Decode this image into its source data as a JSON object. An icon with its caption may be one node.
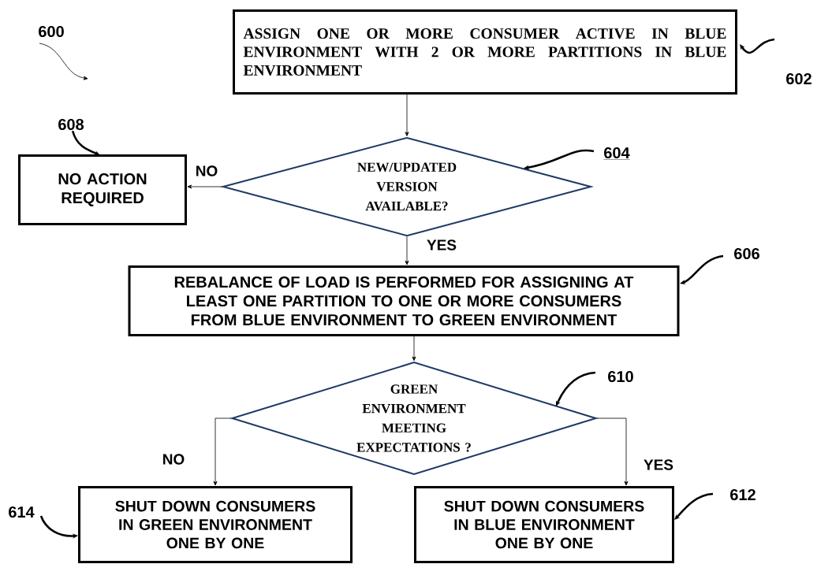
{
  "diagram": {
    "nodes": [
      {
        "text": [
          "ASSIGN ONE OR MORE CONSUMER ACTIVE IN BLUE ENVIRONMENT WITH 2 OR MORE PARTITIONS IN BLUE ENVIRONMENT"
        ]
      },
      {
        "text": [
          "NEW/UPDATED VERSION AVAILABLE?"
        ]
      },
      {
        "text": [
          "NO ACTION REQUIRED"
        ]
      },
      {
        "text": [
          "REBALANCE OF LOAD IS PERFORMED FOR ASSIGNING AT LEAST ONE PARTITION TO ONE OR MORE CONSUMERS FROM BLUE ENVIRONMENT TO GREEN ENVIRONMENT"
        ]
      },
      {
        "text": [
          "GREEN ENVIRONMENT MEETING EXPECTATIONS ?"
        ]
      },
      {
        "text": [
          "SHUT DOWN CONSUMERS IN GREEN ENVIRONMENT ONE BY ONE"
        ]
      },
      {
        "text": [
          "SHUT DOWN CONSUMERS IN BLUE ENVIRONMENT ONE BY ONE"
        ]
      },
      {
        "text": [
          "600"
        ]
      },
      {
        "text": [
          "602"
        ]
      },
      {
        "text": [
          "604"
        ]
      },
      {
        "text": [
          "608"
        ]
      },
      {
        "text": [
          "606"
        ]
      },
      {
        "text": [
          "610"
        ]
      },
      {
        "text": [
          "612"
        ]
      },
      {
        "text": [
          "614"
        ]
      }
    ],
    "edges": [
      {
        "from": 0,
        "to": 1,
        "arrow": "to"
      },
      {
        "from": 1,
        "to": 2,
        "arrow": "to",
        "label": "NO"
      },
      {
        "from": 1,
        "to": 3,
        "arrow": "to",
        "label": "YES"
      },
      {
        "from": 3,
        "to": 4,
        "arrow": "to"
      },
      {
        "from": 4,
        "to": 5,
        "arrow": "to",
        "label": "NO"
      },
      {
        "from": 4,
        "to": 6,
        "arrow": "to",
        "label": "YES"
      },
      {
        "from": 7,
        "to": null,
        "arrow": "to"
      },
      {
        "from": 8,
        "to": 0,
        "arrow": "to",
        "style": "thick"
      },
      {
        "from": 9,
        "to": 1,
        "arrow": "to",
        "style": "thick"
      },
      {
        "from": 10,
        "to": 2,
        "arrow": "to",
        "style": "thick"
      },
      {
        "from": 11,
        "to": 3,
        "arrow": "to",
        "style": "thick"
      },
      {
        "from": 12,
        "to": 4,
        "arrow": "to",
        "style": "thick"
      },
      {
        "from": 13,
        "to": 6,
        "arrow": "to",
        "style": "thick"
      },
      {
        "from": 14,
        "to": 5,
        "arrow": "to",
        "style": "thick"
      }
    ]
  }
}
